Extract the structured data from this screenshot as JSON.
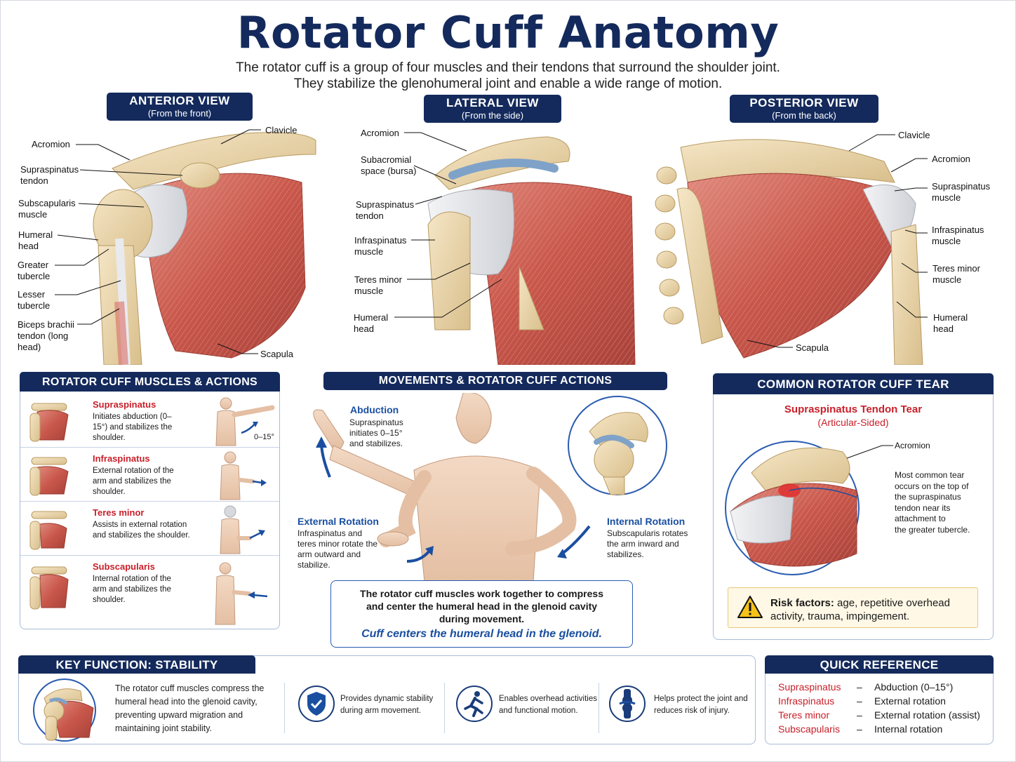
{
  "title": "Rotator Cuff Anatomy",
  "intro": [
    "The rotator cuff is a group of four muscles and their tendons that surround the shoulder joint.",
    "They stabilize the glenohumeral joint and enable a wide range of motion."
  ],
  "views": {
    "anterior": {
      "title": "ANTERIOR VIEW",
      "subtitle": "(From the front)",
      "labels": [
        "Acromion",
        "Supraspinatus tendon",
        "Subscapularis muscle",
        "Humeral head",
        "Greater tubercle",
        "Lesser tubercle",
        "Biceps brachii tendon (long head)",
        "Clavicle",
        "Scapula"
      ]
    },
    "lateral": {
      "title": "LATERAL VIEW",
      "subtitle": "(From the side)",
      "labels": [
        "Acromion",
        "Subacromial space (bursa)",
        "Supraspinatus tendon",
        "Infraspinatus muscle",
        "Teres minor muscle",
        "Humeral head"
      ]
    },
    "posterior": {
      "title": "POSTERIOR VIEW",
      "subtitle": "(From the back)",
      "labels": [
        "Clavicle",
        "Acromion",
        "Supraspinatus muscle",
        "Infraspinatus muscle",
        "Teres minor muscle",
        "Humeral head",
        "Scapula"
      ]
    }
  },
  "muscles_panel": {
    "title": "ROTATOR CUFF MUSCLES & ACTIONS",
    "items": [
      {
        "name": "Supraspinatus",
        "desc": "Initiates abduction (0–15°) and stabilizes the shoulder.",
        "note": "0–15°"
      },
      {
        "name": "Infraspinatus",
        "desc": "External rotation of the arm and stabilizes the shoulder.",
        "note": ""
      },
      {
        "name": "Teres minor",
        "desc": "Assists in external rotation and stabilizes the shoulder.",
        "note": ""
      },
      {
        "name": "Subscapularis",
        "desc": "Internal rotation of the arm and stabilizes the shoulder.",
        "note": ""
      }
    ]
  },
  "movements_panel": {
    "title": "MOVEMENTS & ROTATOR CUFF ACTIONS",
    "abduction": {
      "heading": "Abduction",
      "desc": "Supraspinatus initiates 0–15° and stabilizes."
    },
    "external": {
      "heading": "External Rotation",
      "desc": "Infraspinatus and teres minor rotate the arm outward and stabilize."
    },
    "internal": {
      "heading": "Internal Rotation",
      "desc": "Subscapularis rotates the arm inward and stabilizes."
    },
    "callout": {
      "line1": "The rotator cuff muscles work together to compress",
      "line2": "and center the humeral head in the glenoid cavity",
      "line3": "during movement.",
      "emphasis": "Cuff centers the humeral head in the glenoid."
    }
  },
  "tear_panel": {
    "title": "COMMON ROTATOR CUFF TEAR",
    "subtitle1": "Supraspinatus Tendon Tear",
    "subtitle2": "(Articular-Sided)",
    "acromion_label": "Acromion",
    "desc": [
      "Most common tear",
      "occurs on the top of",
      "the supraspinatus",
      "tendon near its",
      "attachment to",
      "the greater tubercle."
    ],
    "risk_label": "Risk factors:",
    "risk_text1": " age, repetitive overhead",
    "risk_text2": "activity, trauma, impingement."
  },
  "key_function": {
    "title": "KEY FUNCTION: STABILITY",
    "main": [
      "The rotator cuff muscles compress the",
      "humeral head into the glenoid cavity,",
      "preventing upward migration and",
      "maintaining joint stability."
    ],
    "items": [
      {
        "icon": "shield-check-icon",
        "text": [
          "Provides dynamic stability",
          "during arm movement."
        ]
      },
      {
        "icon": "running-person-icon",
        "text": [
          "Enables overhead activities",
          "and functional motion."
        ]
      },
      {
        "icon": "joint-icon",
        "text": [
          "Helps protect the joint and",
          "reduces risk of injury."
        ]
      }
    ]
  },
  "quick_reference": {
    "title": "QUICK REFERENCE",
    "rows": [
      {
        "muscle": "Supraspinatus",
        "dash": "–",
        "action": "Abduction (0–15°)"
      },
      {
        "muscle": "Infraspinatus",
        "dash": "–",
        "action": "External rotation"
      },
      {
        "muscle": "Teres minor",
        "dash": "–",
        "action": "External rotation (assist)"
      },
      {
        "muscle": "Subscapularis",
        "dash": "–",
        "action": "Internal rotation"
      }
    ]
  },
  "colors": {
    "navy": "#142a5c",
    "accent_red": "#c8202a",
    "accent_blue": "#1a4fa0",
    "muscle": "#cf6a5e",
    "bone": "#e9d6ad"
  }
}
